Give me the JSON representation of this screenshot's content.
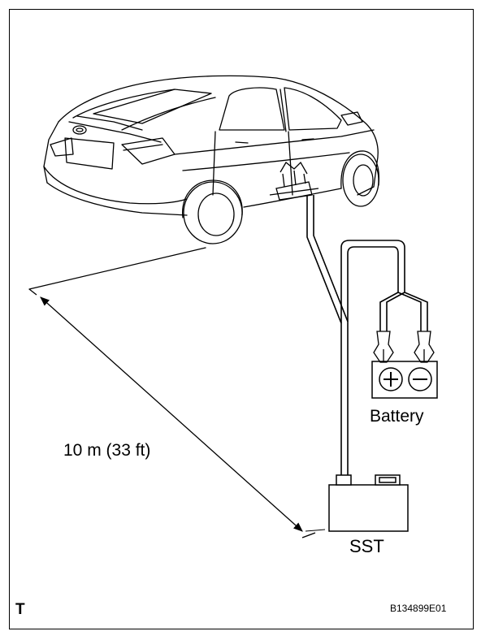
{
  "figure": {
    "distance_label": "10 m (33 ft)",
    "battery_label": "Battery",
    "sst_label": "SST",
    "corner_mark": "T",
    "figure_code": "B134899E01",
    "battery_terminals": [
      "+",
      "−"
    ]
  },
  "colors": {
    "line": "#000000",
    "background": "#ffffff"
  },
  "icons": [
    "car-icon",
    "battery-icon",
    "sst-tool-icon",
    "connector-icon"
  ]
}
